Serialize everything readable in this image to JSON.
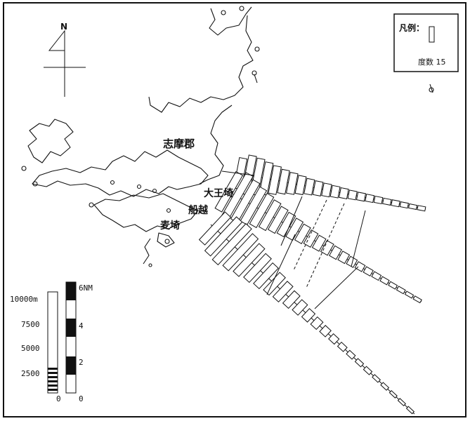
{
  "legend": {
    "title": "凡例：",
    "caption": "度数 15"
  },
  "north": {
    "label": "N"
  },
  "places": [
    {
      "id": "shima-gun",
      "label": "志摩郡"
    },
    {
      "id": "daiozaki",
      "label": "大王埼"
    },
    {
      "id": "funakoshi",
      "label": "船越"
    },
    {
      "id": "mugisaki",
      "label": "麦埼"
    }
  ],
  "scale_meters": {
    "unit_label": "10000m",
    "ticks": [
      "7500",
      "5000",
      "2500",
      "0"
    ]
  },
  "scale_nm": {
    "unit_label": "6NM",
    "ticks": [
      "4",
      "2",
      "0"
    ]
  },
  "colors": {
    "ink": "#111111",
    "paper": "#ffffff"
  }
}
